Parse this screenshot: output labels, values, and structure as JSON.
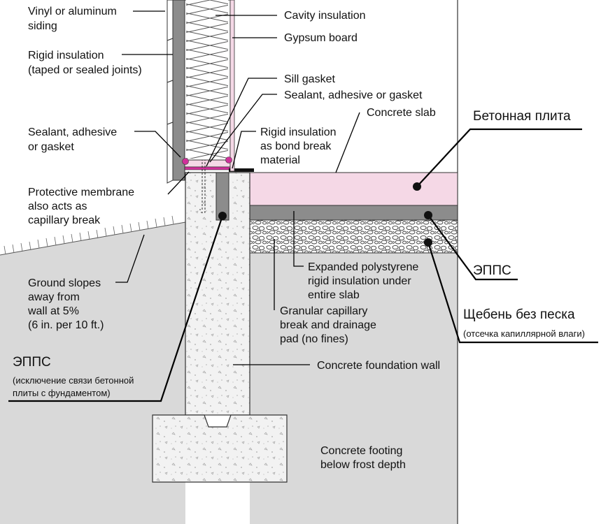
{
  "colors": {
    "ground": "#d9d9d9",
    "concrete": "#f2f2f2",
    "slab_pink": "#f5d8e6",
    "insulation_gray": "#8c8c8c",
    "sealant_magenta": "#d0309a",
    "background": "#ffffff"
  },
  "labels": {
    "siding_1": "Vinyl or aluminum",
    "siding_2": "siding",
    "rigid_1": "Rigid insulation",
    "rigid_2": "(taped or sealed joints)",
    "sealant_left_1": "Sealant, adhesive",
    "sealant_left_2": "or gasket",
    "membrane_1": "Protective membrane",
    "membrane_2": "also acts as",
    "membrane_3": "capillary break",
    "ground_1": "Ground slopes",
    "ground_2": "away from",
    "ground_3": "wall at 5%",
    "ground_4": "(6 in. per 10 ft.)",
    "cavity": "Cavity insulation",
    "gypsum": "Gypsum board",
    "sill": "Sill gasket",
    "sealant_right": "Sealant, adhesive or gasket",
    "slab": "Concrete slab",
    "bond_1": "Rigid insulation",
    "bond_2": "as bond break",
    "bond_3": "material",
    "eps_1": "Expanded polystyrene",
    "eps_2": "rigid insulation under",
    "eps_3": "entire slab",
    "granular_1": "Granular capillary",
    "granular_2": "break and drainage",
    "granular_3": "pad (no fines)",
    "foundation": "Concrete foundation wall",
    "footing_1": "Concrete footing",
    "footing_2": "below frost depth"
  },
  "annotations_ru": {
    "slab": "Бетонная плита",
    "epps_right": "ЭППС",
    "gravel_1": "Щебень без песка",
    "gravel_2": "(отсечка капиллярной влаги)",
    "epps_left": "ЭППС",
    "epps_left_note_1": "(исключение связи бетонной",
    "epps_left_note_2": "плиты с фундаментом)"
  }
}
